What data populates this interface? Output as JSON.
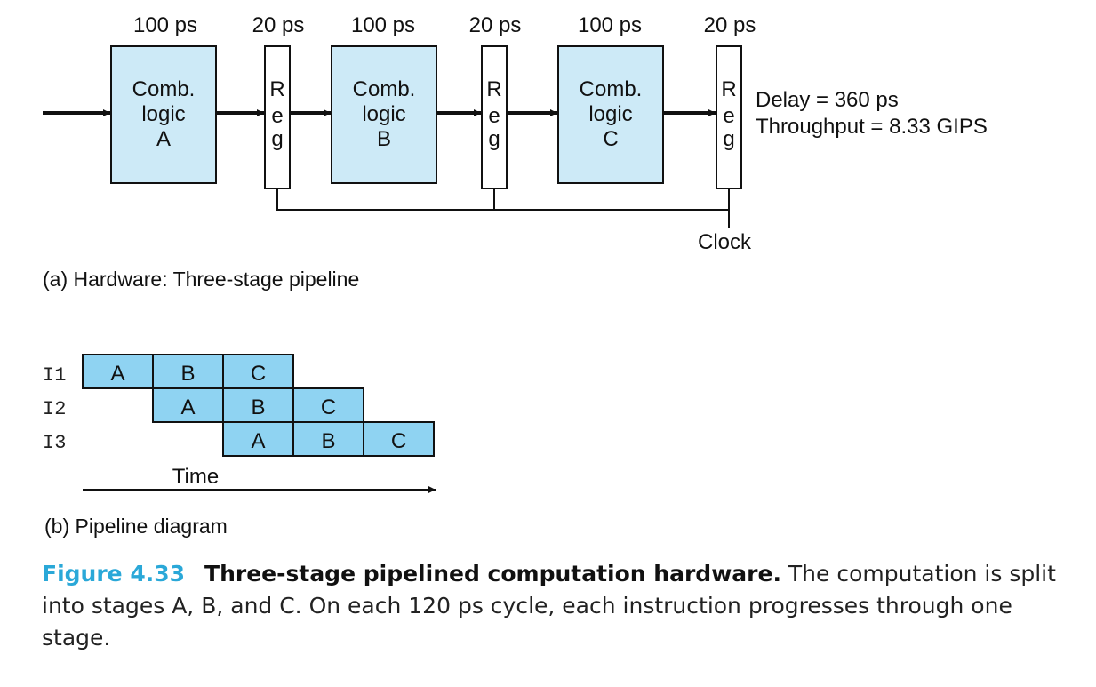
{
  "hardware": {
    "comb_blocks": [
      {
        "delay": "100 ps",
        "lines": [
          "Comb.",
          "logic",
          "A"
        ]
      },
      {
        "delay": "100 ps",
        "lines": [
          "Comb.",
          "logic",
          "B"
        ]
      },
      {
        "delay": "100 ps",
        "lines": [
          "Comb.",
          "logic",
          "C"
        ]
      }
    ],
    "registers": [
      {
        "delay": "20 ps",
        "letters": [
          "R",
          "e",
          "g"
        ]
      },
      {
        "delay": "20 ps",
        "letters": [
          "R",
          "e",
          "g"
        ]
      },
      {
        "delay": "20 ps",
        "letters": [
          "R",
          "e",
          "g"
        ]
      }
    ],
    "delay_text": "Delay = 360 ps",
    "throughput_text": "Throughput = 8.33 GIPS",
    "clock_label": "Clock",
    "subcaption": "(a) Hardware: Three-stage pipeline"
  },
  "pipeline": {
    "rows": [
      {
        "label": "I1",
        "stages": [
          "A",
          "B",
          "C"
        ],
        "start": 0
      },
      {
        "label": "I2",
        "stages": [
          "A",
          "B",
          "C"
        ],
        "start": 1
      },
      {
        "label": "I3",
        "stages": [
          "A",
          "B",
          "C"
        ],
        "start": 2
      }
    ],
    "time_label": "Time",
    "subcaption": "(b) Pipeline diagram"
  },
  "caption": {
    "number": "Figure 4.33",
    "title": "Three-stage pipelined computation hardware.",
    "text": " The computation is split into stages A, B, and C. On each 120 ps cycle, each instruction progresses through one stage."
  },
  "colors": {
    "block_fill": "#cdeaf7",
    "cell_fill": "#8fd3f2",
    "caption_accent": "#2aa8d8"
  }
}
